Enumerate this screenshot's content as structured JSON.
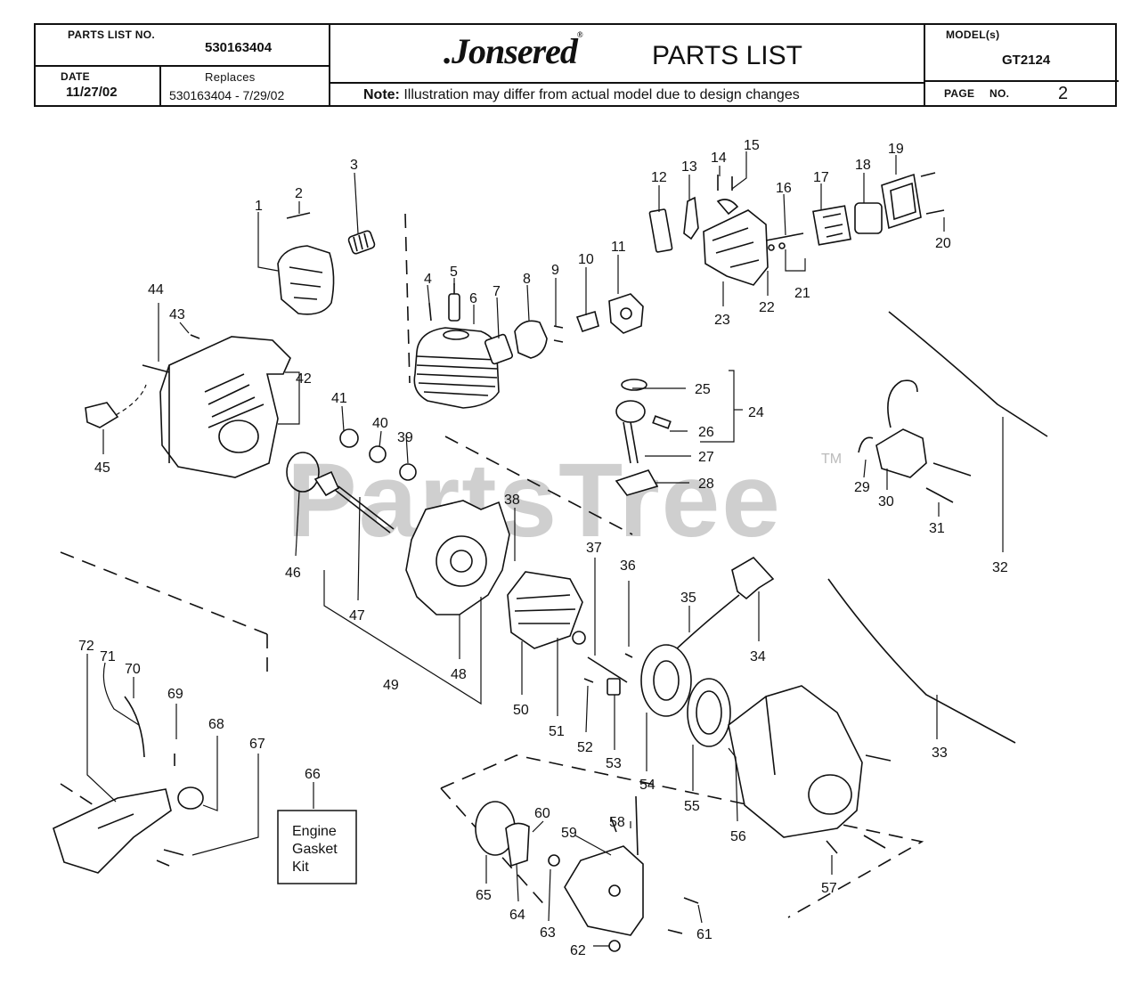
{
  "header": {
    "parts_list_label": "PARTS LIST NO.",
    "parts_list_no": "530163404",
    "date_label": "DATE",
    "date": "11/27/02",
    "replaces_label": "Replaces",
    "replaces": "530163404 - 7/29/02",
    "brand": ".Jonsered",
    "brand_mark": "®",
    "title": "PARTS LIST",
    "note_label": "Note:",
    "note": " Illustration may differ from actual model due to design changes",
    "model_label": "MODEL(s)",
    "model": "GT2124",
    "page_label": "PAGE",
    "no_label": "NO.",
    "page_no": "2"
  },
  "watermark": "PartsTree",
  "watermark_mark": "TM",
  "kit_box": {
    "line1": "Engine",
    "line2": "Gasket",
    "line3": "Kit"
  },
  "callouts": [
    "1",
    "2",
    "3",
    "4",
    "5",
    "6",
    "7",
    "8",
    "9",
    "10",
    "11",
    "12",
    "13",
    "14",
    "15",
    "16",
    "17",
    "18",
    "19",
    "20",
    "21",
    "22",
    "23",
    "24",
    "25",
    "26",
    "27",
    "28",
    "29",
    "30",
    "31",
    "32",
    "33",
    "34",
    "35",
    "36",
    "37",
    "38",
    "39",
    "40",
    "41",
    "42",
    "43",
    "44",
    "45",
    "46",
    "47",
    "48",
    "49",
    "50",
    "51",
    "52",
    "53",
    "54",
    "55",
    "56",
    "57",
    "58",
    "59",
    "60",
    "61",
    "62",
    "63",
    "64",
    "65",
    "66",
    "67",
    "68",
    "69",
    "70",
    "71",
    "72"
  ]
}
